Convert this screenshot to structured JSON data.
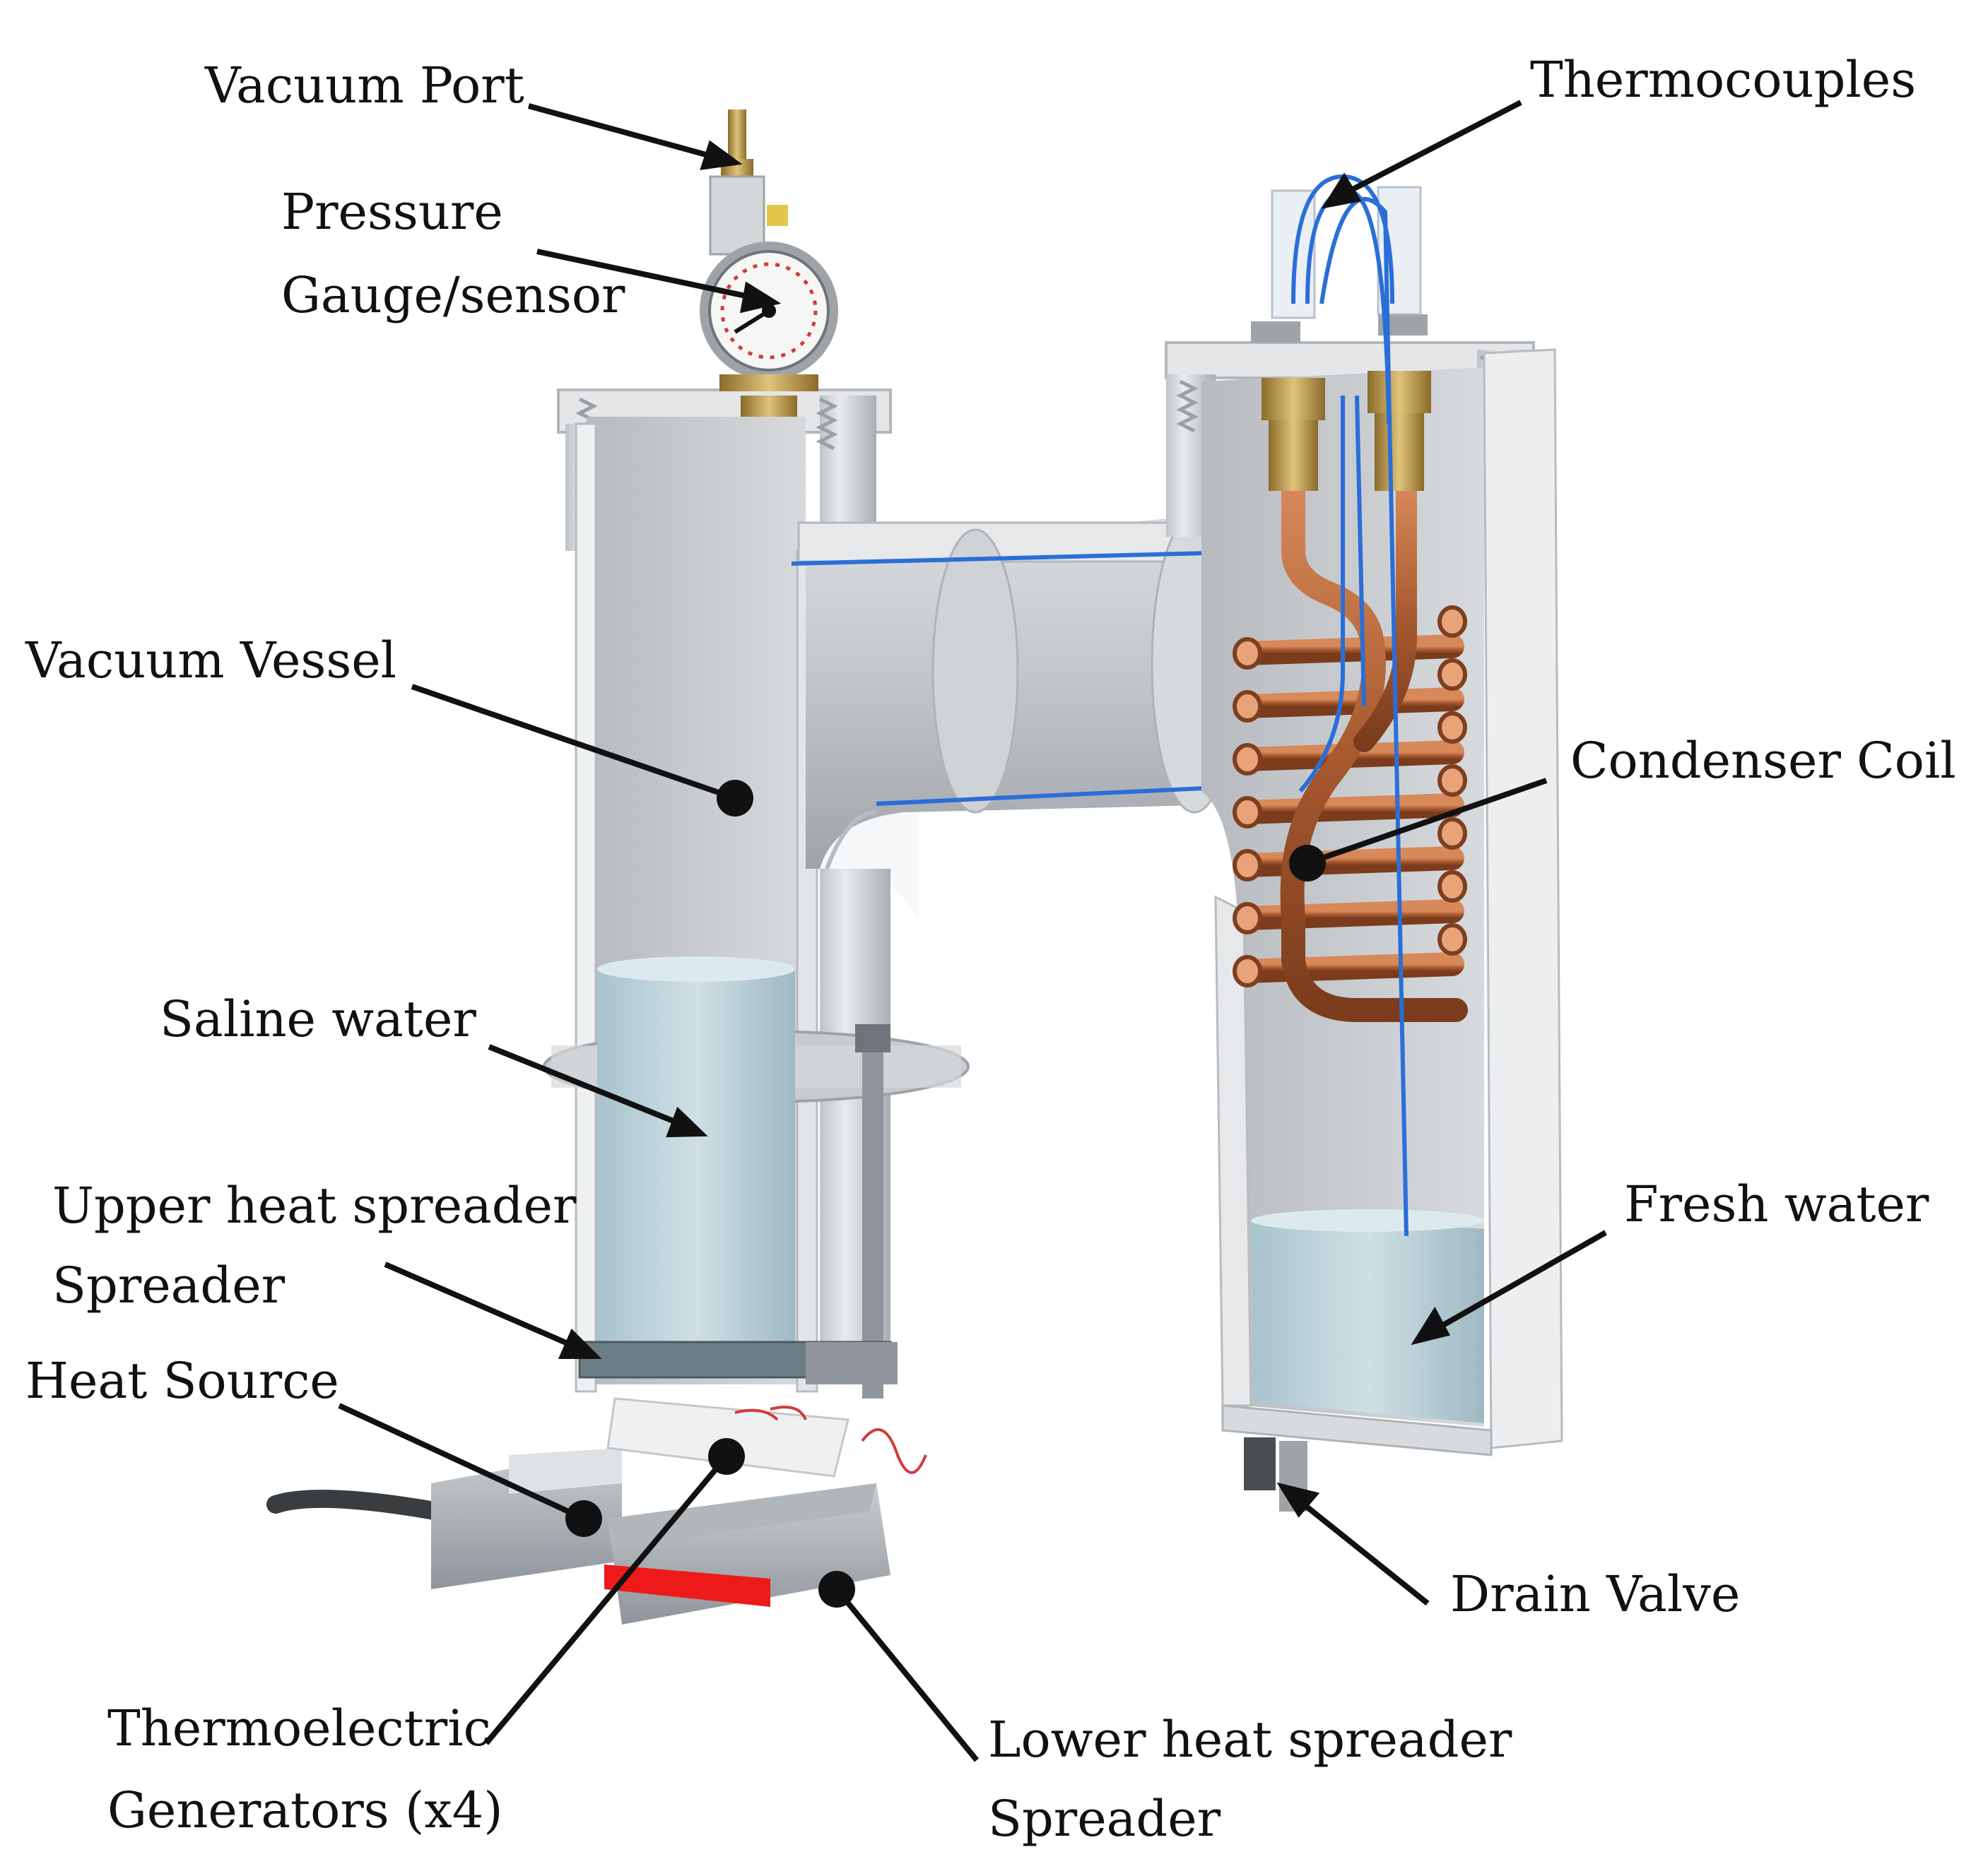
{
  "labels": {
    "vacuum_port": "Vacuum Port",
    "pressure": "Pressure",
    "gauge_sensor": "Gauge/sensor",
    "thermocouples": "Thermocouples",
    "vacuum_vessel": "Vacuum Vessel",
    "condenser_coil": "Condenser Coil",
    "saline_water": "Saline water",
    "upper_heat_spreader": "Upper heat spreader",
    "upper_spreader": "Spreader",
    "heat_source": "Heat Source",
    "fresh_water": "Fresh water",
    "drain_valve": "Drain Valve",
    "thermoelectric": "Thermoelectric",
    "generators": "Generators (x4)",
    "lower_heat_spreader": "Lower heat spreader",
    "lower_spreader": "Spreader"
  },
  "colors": {
    "pvc": "#d4d7da",
    "pvc_dark": "#b3b8bd",
    "pvc_light": "#eceef0",
    "copper": "#b8683a",
    "copper_dark": "#7d3f1f",
    "brass": "#b89a4e",
    "tube_blue": "#2a6ed8",
    "water": "#b9d2da",
    "heater_red": "#ee1a1a",
    "ink": "#111111"
  }
}
